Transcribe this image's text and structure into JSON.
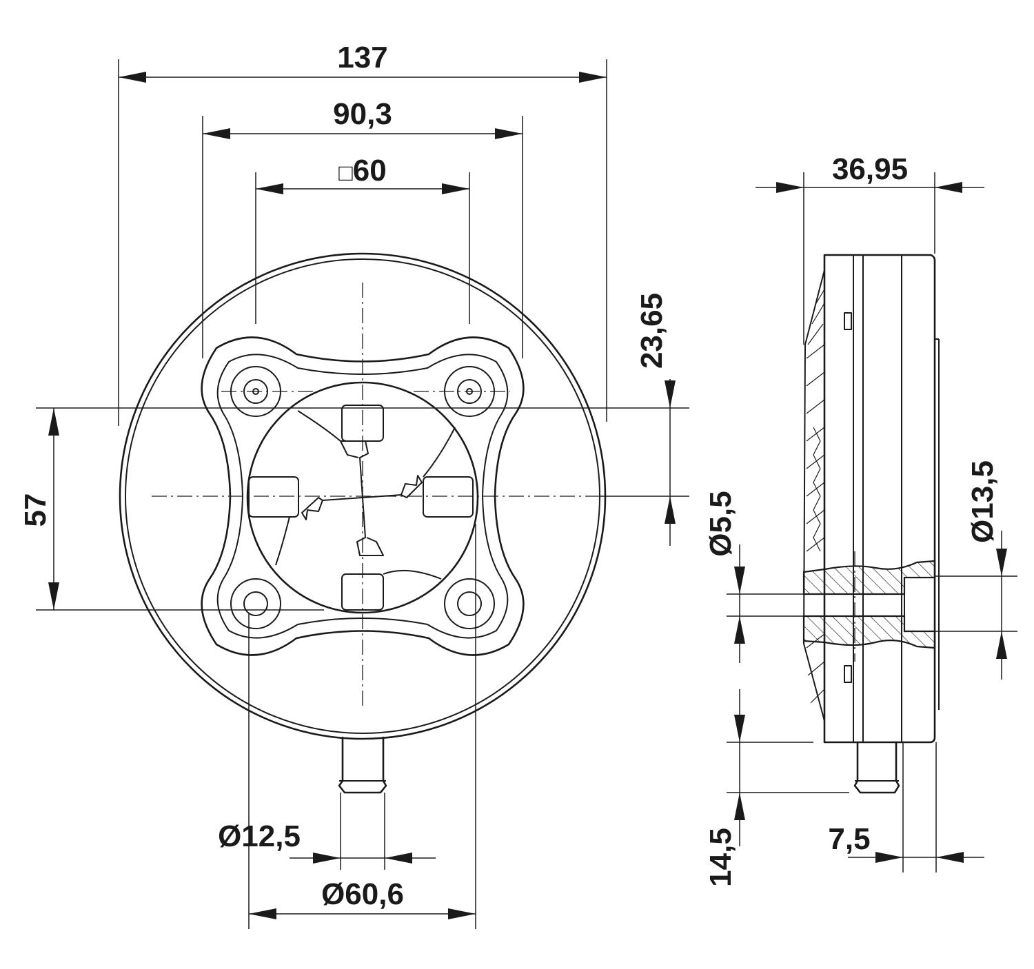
{
  "drawing": {
    "front_view": {
      "overall_width": "137",
      "outer_hole_spacing": "90,3",
      "square_pattern": "60",
      "square_symbol": "□",
      "top_offset": "23,65",
      "hole_vertical_spacing": "57",
      "pipe_diameter": "Ø12,5",
      "inner_diameter": "Ø60,6"
    },
    "side_view": {
      "depth": "36,95",
      "bore_diameter": "Ø5,5",
      "counterbore_diameter": "Ø13,5",
      "pipe_length": "14,5",
      "pipe_offset": "7,5"
    }
  }
}
